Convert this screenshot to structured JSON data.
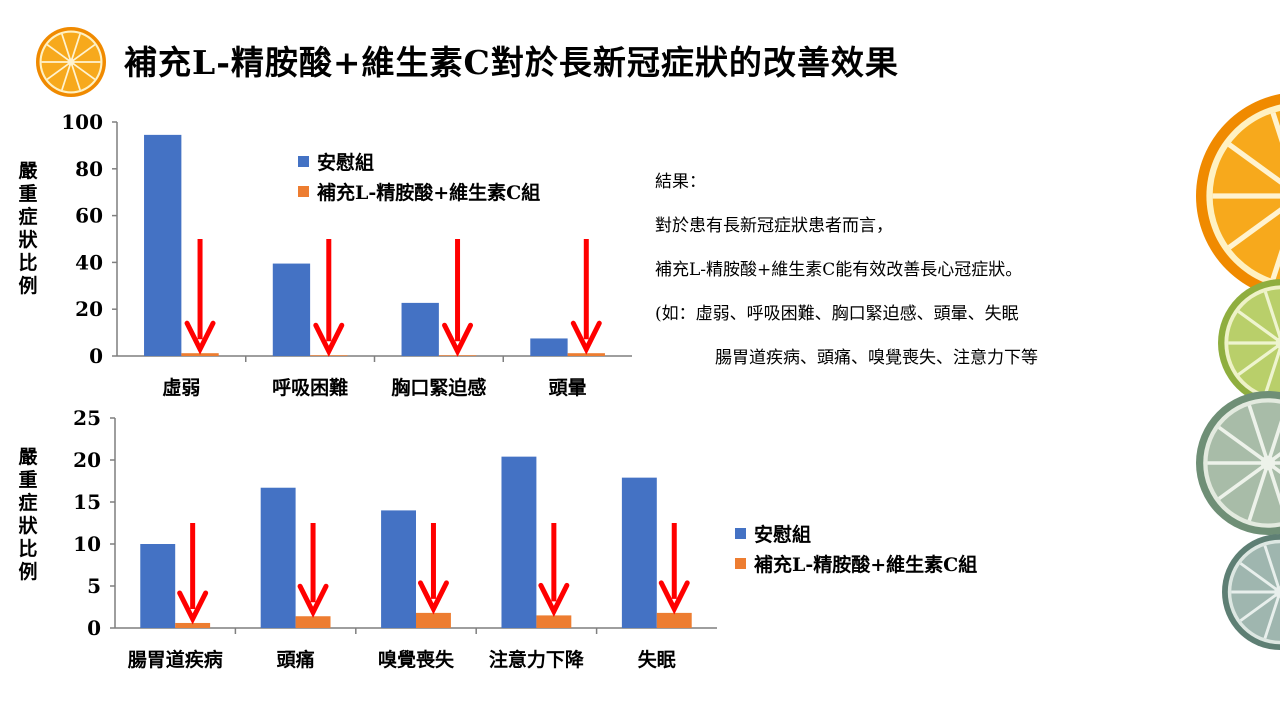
{
  "title": "補充L-精胺酸+維生素C對於長新冠症狀的改善效果",
  "results": {
    "heading": "結果：",
    "line1": "對於患有長新冠症狀患者而言，",
    "line2": "補充L-精胺酸+維生素C能有效改善長心冠症狀。",
    "line3": "(如：虛弱、呼吸困難、胸口緊迫感、頭暈、失眠",
    "line4": "腸胃道疾病、頭痛、嗅覺喪失、注意力下等"
  },
  "colors": {
    "placebo": "#4472C4",
    "treatment": "#ED7D31",
    "arrow": "#FF0000"
  },
  "chart_data": [
    {
      "type": "bar",
      "ylabel": "嚴重症狀比例",
      "ylim": [
        0,
        100
      ],
      "yticks": [
        0,
        20,
        40,
        60,
        80,
        100
      ],
      "categories": [
        "虛弱",
        "呼吸困難",
        "胸口緊迫感",
        "頭暈"
      ],
      "series": [
        {
          "name": "安慰組",
          "values": [
            94.5,
            39.5,
            22.7,
            7.5
          ]
        },
        {
          "name": "補充L-精胺酸+維生素C組",
          "values": [
            1.2,
            0.3,
            0.3,
            1.2
          ]
        }
      ]
    },
    {
      "type": "bar",
      "ylabel": "嚴重症狀比例",
      "ylim": [
        0,
        25
      ],
      "yticks": [
        0,
        5,
        10,
        15,
        20,
        25
      ],
      "categories": [
        "腸胃道疾病",
        "頭痛",
        "嗅覺喪失",
        "注意力下降",
        "失眠"
      ],
      "series": [
        {
          "name": "安慰組",
          "values": [
            10.0,
            16.7,
            14.0,
            20.4,
            17.9
          ]
        },
        {
          "name": "補充L-精胺酸+維生素C組",
          "values": [
            0.6,
            1.4,
            1.8,
            1.5,
            1.8
          ]
        }
      ]
    }
  ]
}
